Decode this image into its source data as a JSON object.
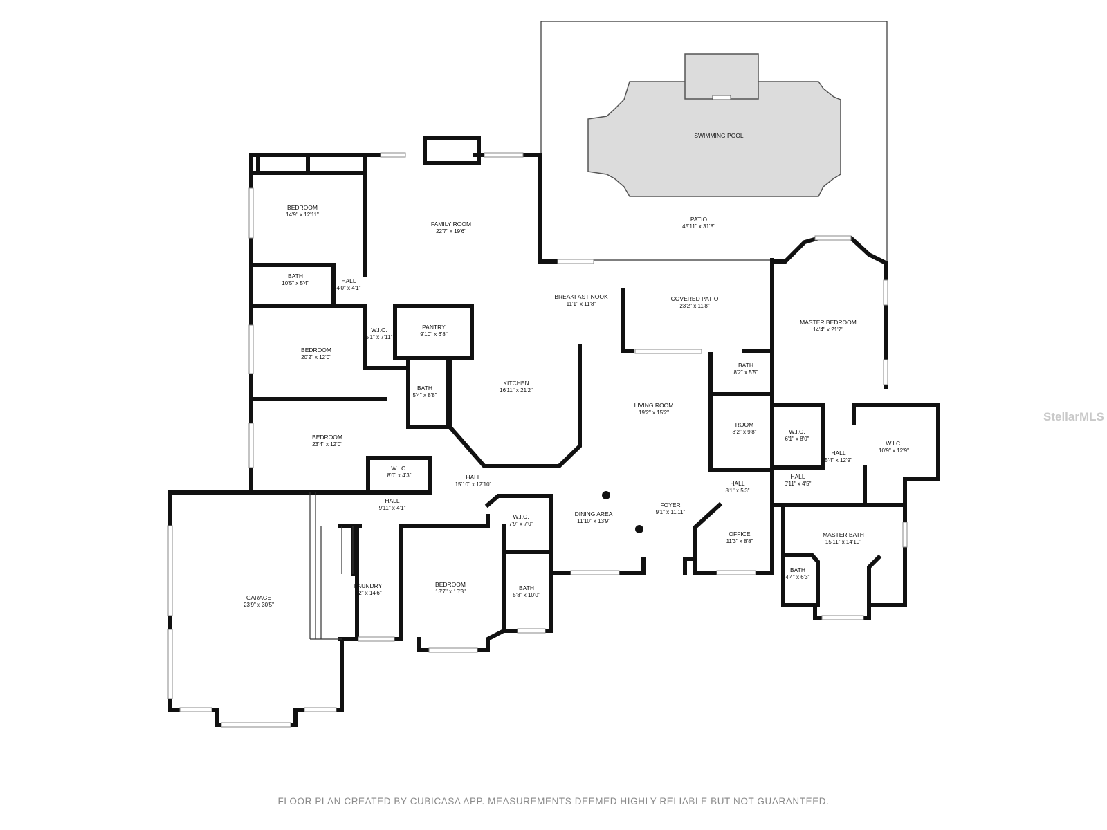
{
  "rooms": [
    {
      "id": "swimming-pool",
      "name": "SWIMMING POOL",
      "dims": ""
    },
    {
      "id": "patio",
      "name": "PATIO",
      "dims": "45'11\" x 31'8\""
    },
    {
      "id": "family-room",
      "name": "FAMILY ROOM",
      "dims": "22'7\" x 19'6\""
    },
    {
      "id": "bedroom-1",
      "name": "BEDROOM",
      "dims": "14'9\" x 12'11\""
    },
    {
      "id": "bath-1",
      "name": "BATH",
      "dims": "10'5\" x 5'4\""
    },
    {
      "id": "hall-1",
      "name": "HALL",
      "dims": "4'0\" x 4'1\""
    },
    {
      "id": "breakfast-nook",
      "name": "BREAKFAST NOOK",
      "dims": "11'1\" x 11'8\""
    },
    {
      "id": "covered-patio",
      "name": "COVERED PATIO",
      "dims": "23'2\" x 11'8\""
    },
    {
      "id": "master-bedroom",
      "name": "MASTER BEDROOM",
      "dims": "14'4\" x 21'7\""
    },
    {
      "id": "wic-1",
      "name": "W.I.C.",
      "dims": "5'1\" x 7'11\""
    },
    {
      "id": "pantry",
      "name": "PANTRY",
      "dims": "9'10\" x 6'8\""
    },
    {
      "id": "bedroom-2",
      "name": "BEDROOM",
      "dims": "20'2\" x 12'0\""
    },
    {
      "id": "bath-2",
      "name": "BATH",
      "dims": "5'4\" x 8'8\""
    },
    {
      "id": "kitchen",
      "name": "KITCHEN",
      "dims": "16'11\" x 21'2\""
    },
    {
      "id": "bath-3",
      "name": "BATH",
      "dims": "8'2\" x 5'5\""
    },
    {
      "id": "living-room",
      "name": "LIVING ROOM",
      "dims": "19'2\" x 15'2\""
    },
    {
      "id": "room",
      "name": "ROOM",
      "dims": "8'2\" x 9'8\""
    },
    {
      "id": "wic-2",
      "name": "W.I.C.",
      "dims": "6'1\" x 8'0\""
    },
    {
      "id": "wic-3",
      "name": "W.I.C.",
      "dims": "10'9\" x 12'9\""
    },
    {
      "id": "hall-2",
      "name": "HALL",
      "dims": "5'4\" x 12'9\""
    },
    {
      "id": "bedroom-3",
      "name": "BEDROOM",
      "dims": "23'4\" x 12'0\""
    },
    {
      "id": "wic-4",
      "name": "W.I.C.",
      "dims": "8'0\" x 4'3\""
    },
    {
      "id": "hall-3",
      "name": "HALL",
      "dims": "15'10\" x 12'10\""
    },
    {
      "id": "hall-4",
      "name": "HALL",
      "dims": "8'1\" x 5'3\""
    },
    {
      "id": "hall-5",
      "name": "HALL",
      "dims": "6'11\" x 4'5\""
    },
    {
      "id": "hall-6",
      "name": "HALL",
      "dims": "9'11\" x 4'1\""
    },
    {
      "id": "foyer",
      "name": "FOYER",
      "dims": "9'1\" x 11'11\""
    },
    {
      "id": "dining-area",
      "name": "DINING AREA",
      "dims": "11'10\" x 13'9\""
    },
    {
      "id": "wic-5",
      "name": "W.I.C.",
      "dims": "7'9\" x 7'0\""
    },
    {
      "id": "office",
      "name": "OFFICE",
      "dims": "11'3\" x 8'8\""
    },
    {
      "id": "master-bath",
      "name": "MASTER BATH",
      "dims": "15'11\" x 14'10\""
    },
    {
      "id": "bath-4",
      "name": "BATH",
      "dims": "4'4\" x 6'3\""
    },
    {
      "id": "garage",
      "name": "GARAGE",
      "dims": "23'9\" x 30'5\""
    },
    {
      "id": "laundry",
      "name": "LAUNDRY",
      "dims": "7'2\" x 14'6\""
    },
    {
      "id": "bedroom-4",
      "name": "BEDROOM",
      "dims": "13'7\" x 16'3\""
    },
    {
      "id": "bath-5",
      "name": "BATH",
      "dims": "5'8\" x 10'0\""
    }
  ],
  "footer": {
    "disclaimer": "FLOOR PLAN CREATED BY CUBICASA APP. MEASUREMENTS DEEMED HIGHLY RELIABLE BUT NOT GUARANTEED."
  },
  "watermark": {
    "text": "StellarMLS"
  },
  "colors": {
    "wall": "#111111",
    "pool": "#dcdcdc",
    "disclaimer": "#8a8a8a",
    "watermark": "#c9c9c9"
  }
}
